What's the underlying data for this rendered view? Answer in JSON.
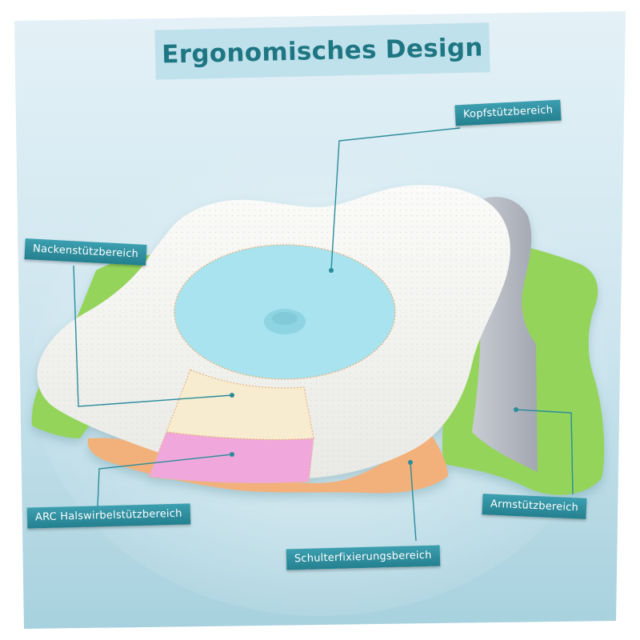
{
  "title": "Ergonomisches Design",
  "labels": {
    "head_support": "Kopfstützbereich",
    "neck_support": "Nackenstützbereich",
    "arc_cervical": "ARC Halswirbelstützbereich",
    "shoulder_fixation": "Schulterfixierungsbereich",
    "arm_support": "Armstützbereich"
  },
  "colors": {
    "frame_border": "#ffffff",
    "background_top": "#dcecf4",
    "background_bottom": "#a9d3e0",
    "title_band": "#bfe1ec",
    "title_text": "#1f7683",
    "label_bg": "#2a8c9b",
    "leader_line": "#2a8c9b",
    "pillow_white": "#f4f4f1",
    "pillow_gray": "#b9bcc4",
    "head_zone": "#a8e3ef",
    "neck_zone": "#f7ecd0",
    "arc_zone": "#f0a8dc",
    "shoulder_zone": "#f2b07a",
    "arm_zone": "#94d45a"
  }
}
